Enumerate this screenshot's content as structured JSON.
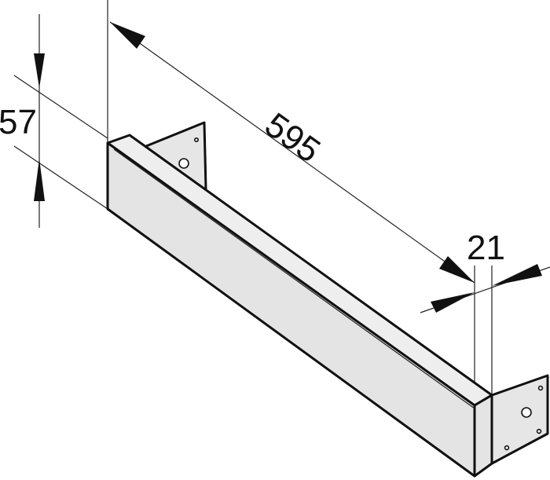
{
  "dimensions": {
    "height_label": "57",
    "length_label": "595",
    "width_label": "21"
  },
  "colors": {
    "part_fill": "#e4e4e4",
    "part_top": "#eeeeee",
    "bracket_fill": "#e6e6e6",
    "line": "#111111"
  }
}
